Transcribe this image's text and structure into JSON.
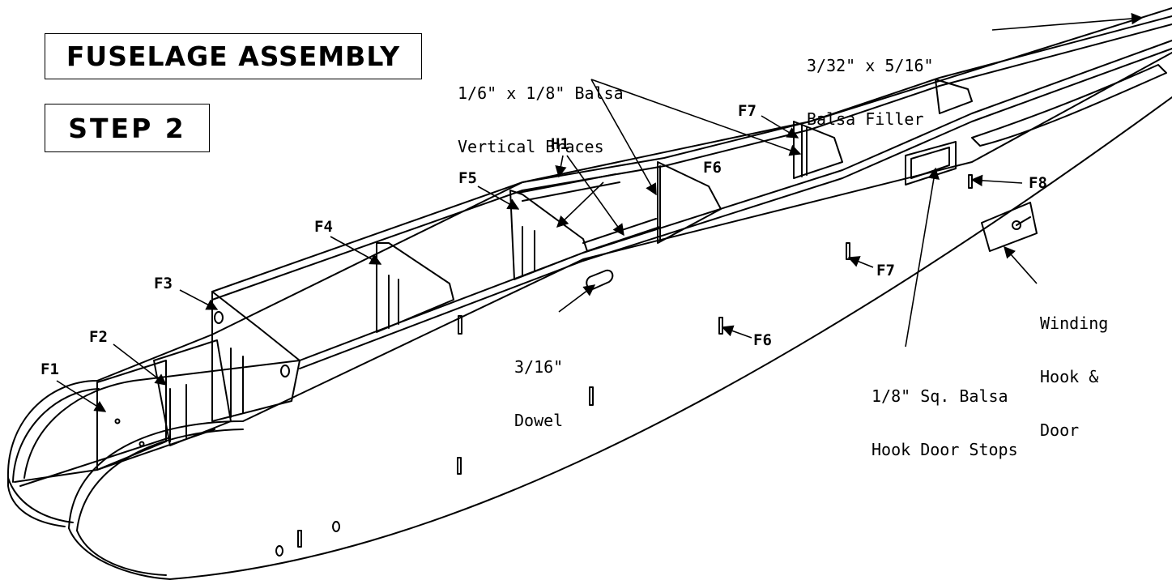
{
  "title": "FUSELAGE ASSEMBLY",
  "step": "STEP 2",
  "labels": {
    "f1": "F1",
    "f2": "F2",
    "f3": "F3",
    "f4": "F4",
    "f5": "F5",
    "f6": "F6",
    "f7": "F7",
    "f8": "F8",
    "h1": "H1",
    "f7_side": "F7",
    "f6_side": "F6"
  },
  "callouts": {
    "vertical_braces": [
      "1/6\" x 1/8\" Balsa",
      "Vertical Braces"
    ],
    "balsa_filler": [
      "3/32\" x 5/16\"",
      "Balsa Filler"
    ],
    "dowel": [
      "3/16\"",
      "Dowel"
    ],
    "door_stops": [
      "1/8\" Sq. Balsa",
      "Hook Door Stops"
    ],
    "winding_hook": [
      "Winding",
      "Hook &",
      "Door"
    ]
  }
}
